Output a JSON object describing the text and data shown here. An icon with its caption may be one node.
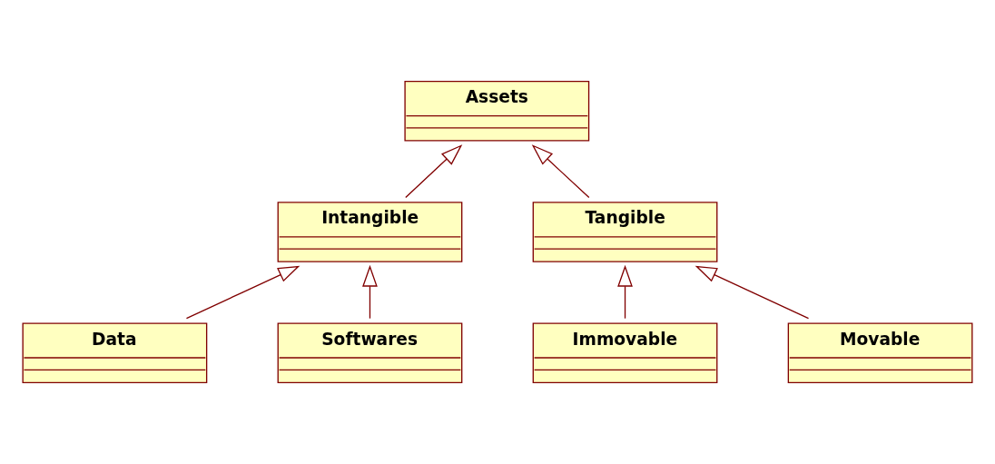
{
  "diagram": {
    "nodes": [
      {
        "text": [
          "Assets"
        ]
      },
      {
        "text": [
          "Intangible"
        ]
      },
      {
        "text": [
          "Tangible"
        ]
      },
      {
        "text": [
          "Data"
        ]
      },
      {
        "text": [
          "Softwares"
        ]
      },
      {
        "text": [
          "Immovable"
        ]
      },
      {
        "text": [
          "Movable"
        ]
      }
    ],
    "edges": [
      {
        "from": 1,
        "to": 0,
        "arrow": "to"
      },
      {
        "from": 2,
        "to": 0,
        "arrow": "to"
      },
      {
        "from": 3,
        "to": 1,
        "arrow": "to"
      },
      {
        "from": 4,
        "to": 1,
        "arrow": "to"
      },
      {
        "from": 5,
        "to": 2,
        "arrow": "to"
      },
      {
        "from": 6,
        "to": 2,
        "arrow": "to"
      }
    ]
  }
}
